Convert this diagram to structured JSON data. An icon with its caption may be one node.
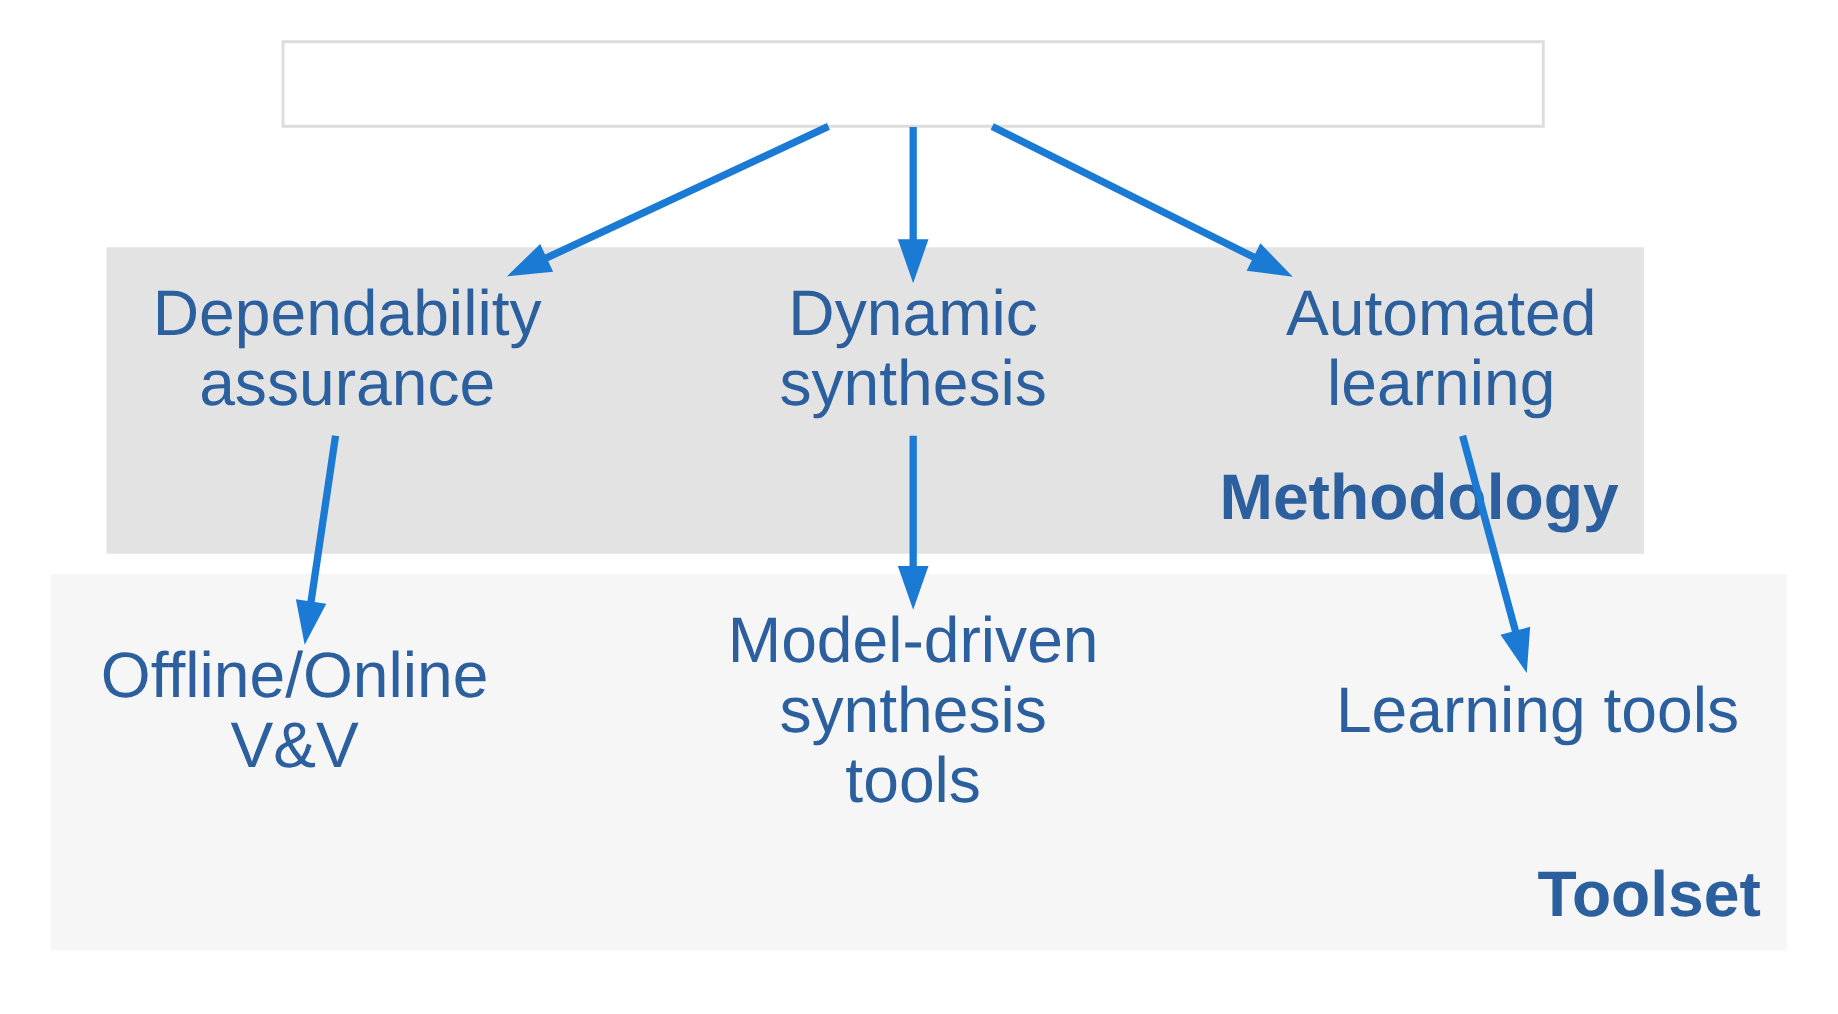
{
  "diagram": {
    "nodes": [
      {
        "text": [],
        "shape": "box"
      },
      {
        "text": [
          "Methodology"
        ]
      },
      {
        "text": [
          "Automated learning"
        ],
        "in": 1
      },
      {
        "text": [
          "Dynamic synthesis"
        ],
        "in": 1
      },
      {
        "text": [
          "Dependability assurance"
        ],
        "in": 1
      },
      {
        "text": [
          "Toolset"
        ]
      },
      {
        "text": [
          "Learning tools"
        ],
        "in": 5
      },
      {
        "text": [
          "Model-driven synthesis tools"
        ],
        "in": 5
      },
      {
        "text": [
          "Offline/Online V&V"
        ],
        "in": 5
      }
    ],
    "edges": [
      {
        "from": 0,
        "to": 2,
        "arrow": "to"
      },
      {
        "from": 0,
        "to": 3,
        "arrow": "to"
      },
      {
        "from": 0,
        "to": 4,
        "arrow": "to"
      },
      {
        "from": 2,
        "to": 6,
        "arrow": "to"
      },
      {
        "from": 3,
        "to": 7,
        "arrow": "to"
      },
      {
        "from": 4,
        "to": 8,
        "arrow": "to"
      }
    ]
  }
}
